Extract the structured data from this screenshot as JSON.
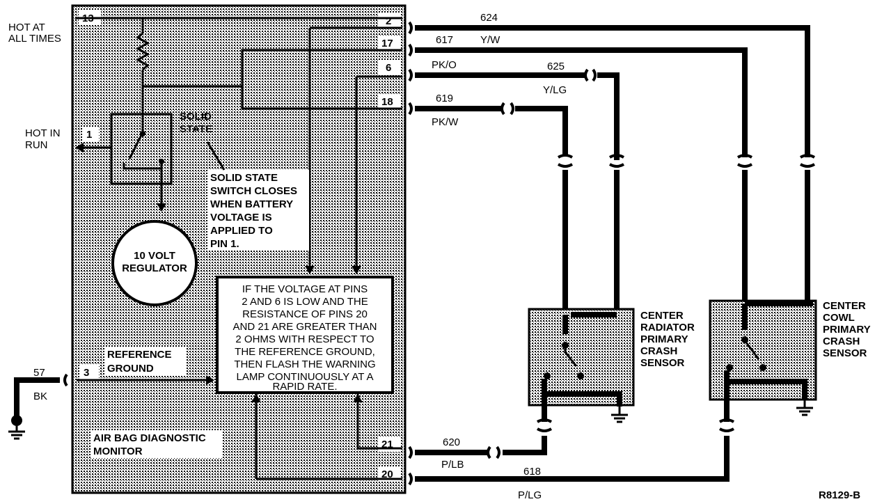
{
  "module": {
    "title": "AIR BAG DIAGNOSTIC MONITOR",
    "title_line1": "AIR BAG DIAGNOSTIC",
    "title_line2": "MONITOR"
  },
  "power_labels": {
    "hot_at_all_times_1": "HOT AT",
    "hot_at_all_times_2": "ALL TIMES",
    "hot_in_run_1": "HOT IN",
    "hot_in_run_2": "RUN"
  },
  "pins": {
    "p13": "13",
    "p1": "1",
    "p3": "3",
    "p2": "2",
    "p17": "17",
    "p6": "6",
    "p18": "18",
    "p21": "21",
    "p20": "20"
  },
  "internal": {
    "solid_state_1": "SOLID",
    "solid_state_2": "STATE",
    "switch_note": [
      "SOLID STATE",
      "SWITCH CLOSES",
      "WHEN BATTERY",
      "VOLTAGE IS",
      "APPLIED TO",
      "PIN 1."
    ],
    "regulator_1": "10 VOLT",
    "regulator_2": "REGULATOR",
    "reference_ground_1": "REFERENCE",
    "reference_ground_2": "GROUND",
    "logic_note": [
      "IF THE VOLTAGE AT PINS",
      "2 AND 6 IS LOW AND THE",
      "RESISTANCE OF PINS 20",
      "AND 21 ARE GREATER THAN",
      "2 OHMS WITH RESPECT TO",
      "THE REFERENCE GROUND,",
      "THEN FLASH THE WARNING",
      "LAMP CONTINUOUSLY AT A",
      "RAPID RATE."
    ]
  },
  "circuits": {
    "c624": "624",
    "c617": "617",
    "c617_color": "Y/W",
    "c625": "625",
    "c625_color": "Y/LG",
    "pk_o": "PK/O",
    "c619": "619",
    "c619_color": "PK/W",
    "c620": "620",
    "c620_color": "P/LB",
    "c618": "618",
    "c618_color": "P/LG",
    "c57": "57",
    "c57_color": "BK"
  },
  "sensors": {
    "radiator": [
      "CENTER",
      "RADIATOR",
      "PRIMARY",
      "CRASH",
      "SENSOR"
    ],
    "cowl": [
      "CENTER",
      "COWL",
      "PRIMARY",
      "CRASH",
      "SENSOR"
    ]
  },
  "reference_code": "R8129-B"
}
